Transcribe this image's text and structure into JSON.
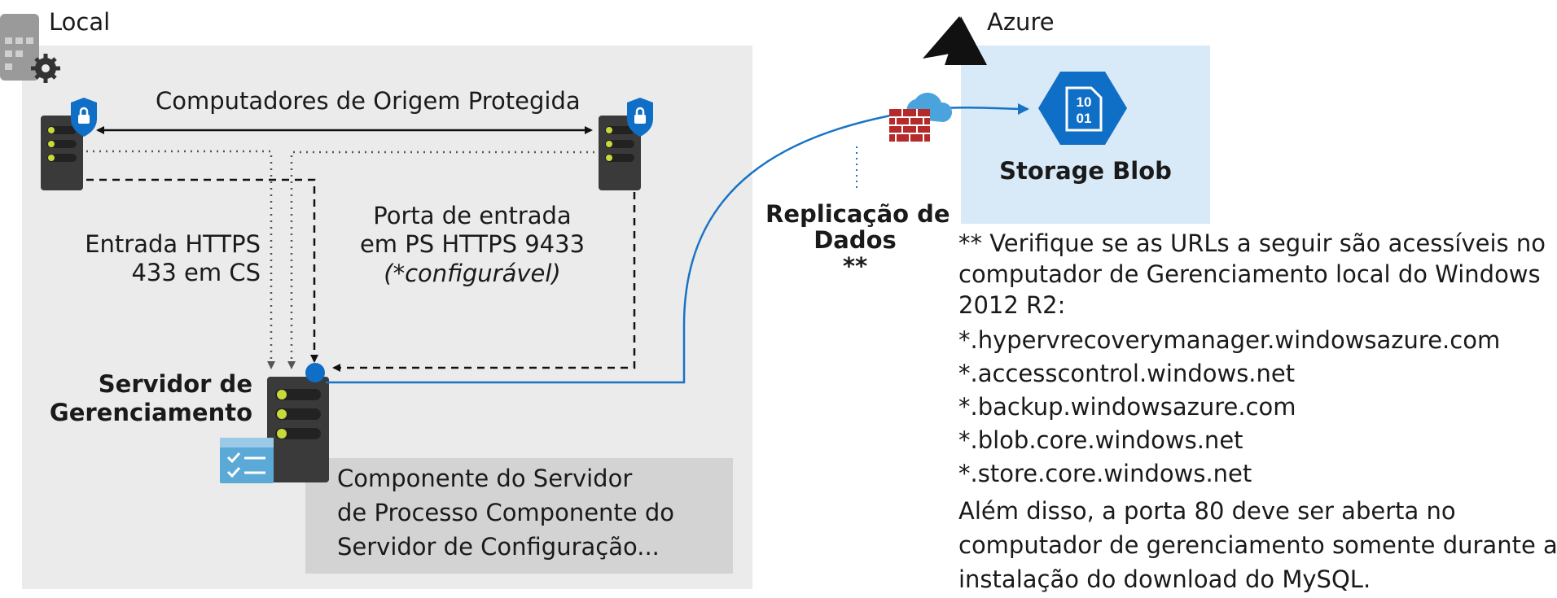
{
  "local": {
    "label": "Local",
    "top_arrow_label": "Computadores de Origem Protegida",
    "left_label_line1": "Entrada HTTPS",
    "left_label_line2": "433 em CS",
    "right_label_line1": "Porta de entrada",
    "right_label_line2": "em PS HTTPS 9433",
    "right_label_line3": "(*configurável)",
    "server_label_line1": "Servidor de",
    "server_label_line2": "Gerenciamento",
    "component_line1": "Componente do Servidor",
    "component_line2": "de Processo Componente do",
    "component_line3": "Servidor de Configuração..."
  },
  "azure": {
    "label": "Azure",
    "storage_label": "Storage Blob",
    "blob_icon_text_line1": "10",
    "blob_icon_text_line2": "01",
    "replication_line1": "Replicação de",
    "replication_line2": "Dados",
    "replication_line3": "**"
  },
  "notes": {
    "intro_line1": "** Verifique se as URLs a seguir são acessíveis no",
    "intro_line2": "computador de Gerenciamento local do Windows",
    "intro_line3": "2012 R2:",
    "urls": [
      "*.hypervrecoverymanager.windowsazure.com",
      "*.accesscontrol.windows.net",
      "*.backup.windowsazure.com",
      "*.blob.core.windows.net",
      "*.store.core.windows.net"
    ],
    "extra_line1": "Além disso, a porta 80 deve ser aberta no",
    "extra_line2": "computador de gerenciamento somente durante a",
    "extra_line3": "instalação do download do MySQL."
  },
  "colors": {
    "local_bg": "#ebebeb",
    "azure_bg": "#d8e9f7",
    "component_bg": "#d3d3d3",
    "server_body": "#3a3a3a",
    "server_led": "#c8d93a",
    "shield": "#0f6fc6",
    "azure_link": "#1773c6",
    "firewall_red": "#b52a2a"
  }
}
